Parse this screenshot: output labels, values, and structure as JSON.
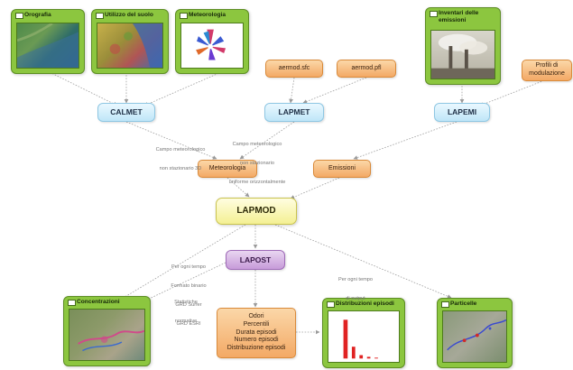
{
  "panels": {
    "orografia": "Orografia",
    "suolo": "Utilizzo del suolo",
    "meteo": "Meteorologia",
    "inventari": "Inventari delle emissioni",
    "concentrazioni": "Concentrazioni",
    "distribuzioni": "Distribuzioni episodi",
    "particelle": "Particelle"
  },
  "nodes": {
    "calmet": "CALMET",
    "lapmet": "LAPMET",
    "lapemi": "LAPEMI",
    "aermod_sfc": "aermod.sfc",
    "aermod_pfl": "aermod.pfl",
    "profili": "Profili di modulazione",
    "meteorologia": "Meteorologia",
    "emissioni": "Emissioni",
    "lapmod": "LAPMOD",
    "lapost": "LAPOST",
    "output_list": [
      "Odori",
      "Percentili",
      "Durata episodi",
      "Numero episodi",
      "Distribuzione episodi"
    ]
  },
  "edge_labels": {
    "calmet_out": [
      "Campo meteorologico",
      "non stazionario 3D"
    ],
    "lapmet_out": [
      "Campo meteorologico",
      "non stazionario",
      "uniforme orizzontalmente"
    ],
    "lapmod_conc": [
      "Per ogni tempo",
      "Formato binario",
      "GRD Surfer",
      "GRD ESRI"
    ],
    "lapost_conc": [
      "Statistiche",
      "normative"
    ],
    "lapmod_part": [
      "Per ogni tempo",
      "di output"
    ]
  },
  "colors": {
    "panel_green": "#8cc63f",
    "blue_node": "#bfe6f8",
    "orange_node": "#f3a965",
    "yellow_node": "#f4f093",
    "purple_node": "#c79bd9",
    "arrow": "#9a9a9a"
  }
}
